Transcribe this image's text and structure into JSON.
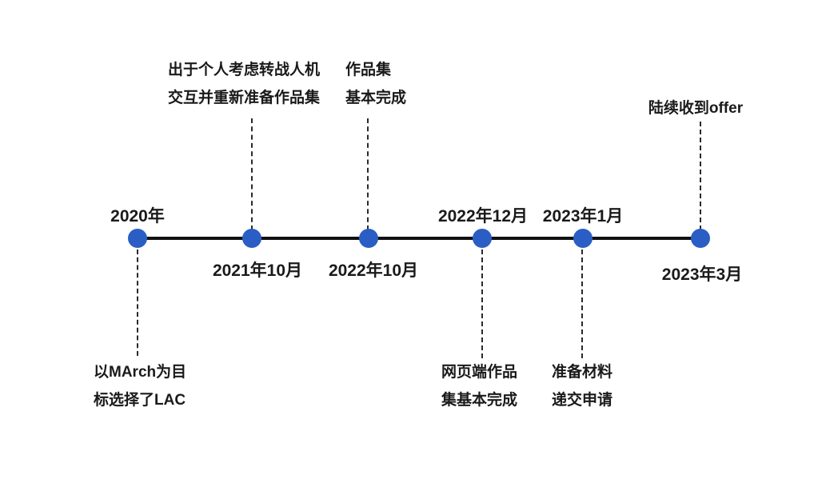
{
  "timeline": {
    "colors": {
      "dot": "#2b5ec5",
      "line": "#111111",
      "connector": "#2a2a2a",
      "text": "#1a1a1a",
      "background": "#ffffff"
    },
    "events": [
      {
        "date": "2020年",
        "date_side": "above",
        "desc_side": "below",
        "desc_lines": [
          "以MArch为目",
          "标选择了LAC"
        ]
      },
      {
        "date": "2021年10月",
        "date_side": "below",
        "desc_side": "above",
        "desc_lines": [
          "出于个人考虑转战人机",
          "交互并重新准备作品集"
        ]
      },
      {
        "date": "2022年10月",
        "date_side": "below",
        "desc_side": "above",
        "desc_lines": [
          "作品集",
          "基本完成"
        ]
      },
      {
        "date": "2022年12月",
        "date_side": "above",
        "desc_side": "below",
        "desc_lines": [
          "网页端作品",
          "集基本完成"
        ]
      },
      {
        "date": "2023年1月",
        "date_side": "above",
        "desc_side": "below",
        "desc_lines": [
          "准备材料",
          "递交申请"
        ]
      },
      {
        "date": "2023年3月",
        "date_side": "below",
        "desc_side": "above",
        "desc_lines": [
          "陆续收到offer"
        ]
      }
    ]
  }
}
